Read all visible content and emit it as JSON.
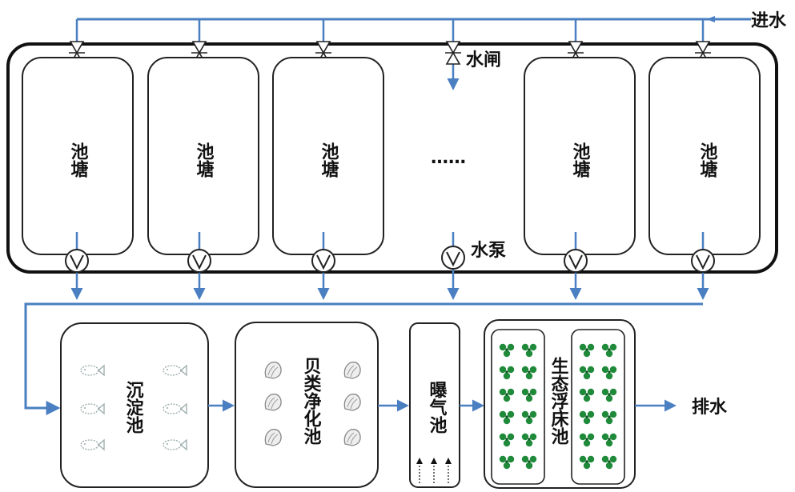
{
  "labels": {
    "inlet": "进水",
    "gate": "水闸",
    "pump": "水泵",
    "outlet": "排水",
    "pond": "池塘",
    "ellipsis": "……",
    "settling_pond": "沉淀池",
    "shellfish_pond": "贝类净化池",
    "aeration_pond": "曝气池",
    "floating_bed_pond": "生态浮床池"
  },
  "ponds": [
    {
      "label": "池塘"
    },
    {
      "label": "池塘"
    },
    {
      "label": "池塘"
    },
    {
      "label": "池塘"
    },
    {
      "label": "池塘"
    }
  ],
  "colors": {
    "pipe": "#4a7fc1",
    "outline": "#222222",
    "plant": "#1f8a3a"
  },
  "icons": [
    "valve-icon",
    "pump-icon",
    "fish-icon",
    "shellfish-icon",
    "bubble-icon",
    "plant-icon"
  ]
}
